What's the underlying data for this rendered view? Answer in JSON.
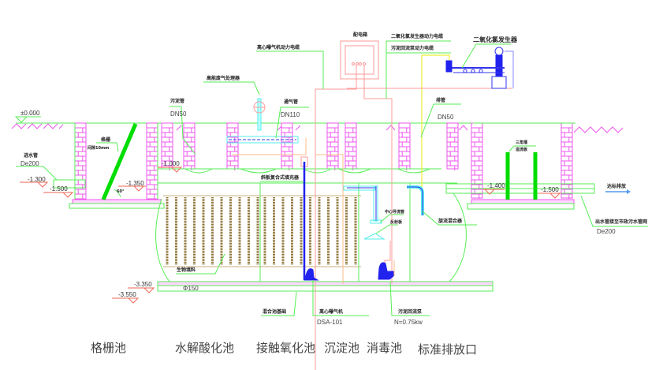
{
  "diagram": {
    "type": "wastewater-treatment-process-section",
    "elevations": {
      "ground": "±0.000",
      "inlet_pipe_top": "-1.300",
      "inlet_pipe_bottom": "-1.500",
      "grid_bottom": "-1.350",
      "hydrolysis_top": "-1.000",
      "tank_bottom": "-3.350",
      "foundation": "-3.550",
      "outlet_left": "-1.400",
      "outlet_right": "-1.500"
    },
    "labels": {
      "inlet_pipe": "进水管",
      "inlet_pipe_size": "De200",
      "grid": "格栅",
      "grid_spacing": "间隙10mm",
      "sludge_pipe_left": "污泥管",
      "sludge_pipe_left_size": "DN50",
      "exhaust_treatment": "高能废气处理器",
      "vent_pipe": "通气管",
      "vent_pipe_size": "DN110",
      "blower_cable": "离心曝气机动力电缆",
      "control_box": "配电箱",
      "chlorine_gen_cable": "二氧化氯发生器动力电缆",
      "sludge_pump_cable": "污泥回流泵动力电缆",
      "chlorine_generator": "二氧化氯发生器",
      "sludge_pipe_right": "排管",
      "sludge_pipe_right_size": "DN50",
      "sedimentation_device": "斜板复合式填充器",
      "center_pipe": "中心导流管",
      "reflector": "反射板",
      "cyclone_mixer": "旋流混合器",
      "triangle_weir": "三角堰",
      "weir_plate": "溢流板",
      "discharge": "达标排放",
      "outlet_pipe": "出水管接至市政污水管网",
      "outlet_pipe_size": "De200",
      "bio_media": "生物填料",
      "bio_media_size": "Φ150",
      "foundation_note": "混合池基础",
      "aerator": "离心曝气机",
      "aerator_model": "DSA-101",
      "sludge_pump": "污泥回流泵",
      "sludge_pump_power": "N=0.75kw"
    },
    "stages": [
      "格栅池",
      "水解酸化池",
      "接触氧化池",
      "沉淀池",
      "消毒池",
      "标准排放口"
    ],
    "colors": {
      "structure": "#55ee55",
      "brick": "#ee55ee",
      "power": "#ff9999",
      "air": "#55eeee",
      "equipment": "#2222ee",
      "dosing": "#eeee33",
      "media": "#8a7030"
    }
  }
}
